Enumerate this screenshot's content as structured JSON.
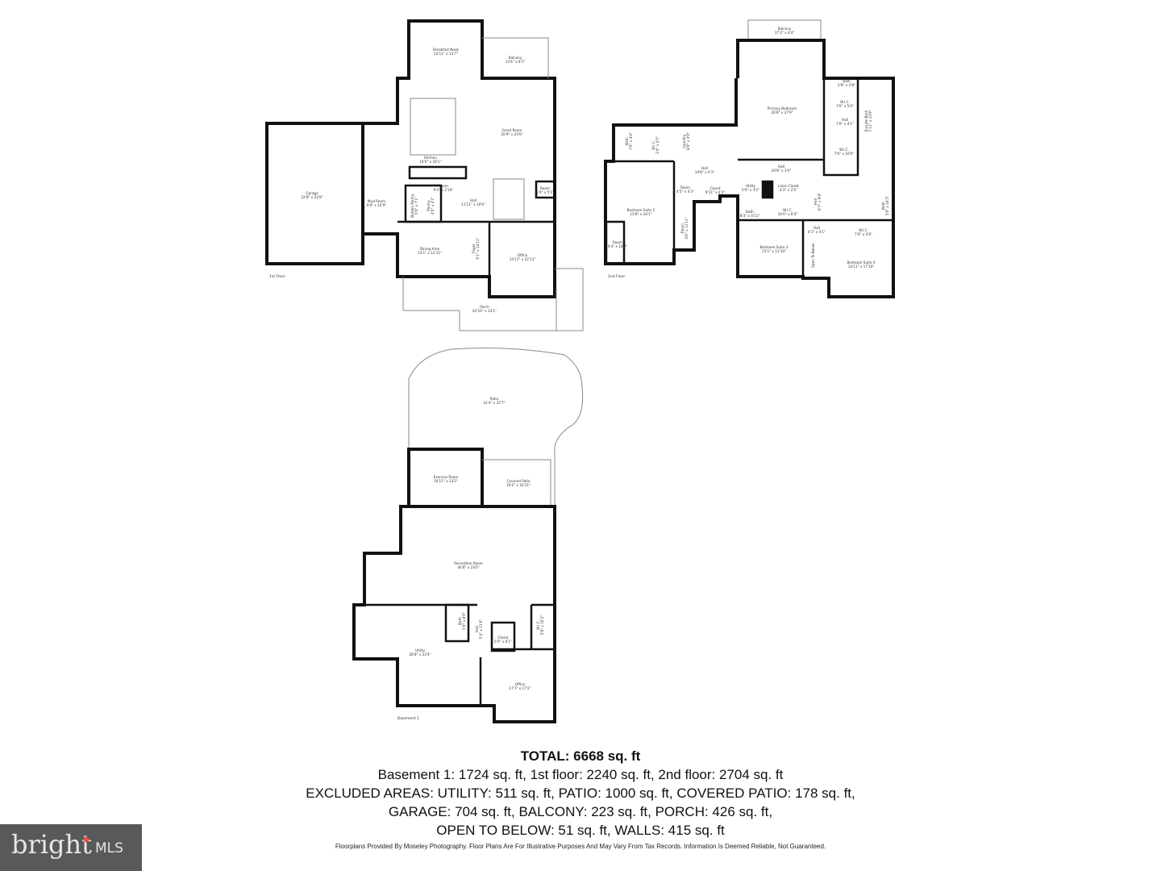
{
  "floors": [
    {
      "name": "1st Floor",
      "rooms": [
        {
          "name": "Breakfast Nook",
          "dims": "10'11\" x 13'7\""
        },
        {
          "name": "Balcony",
          "dims": "13'4\" x 9'1\""
        },
        {
          "name": "Great Room",
          "dims": "20'9\" x 23'0\""
        },
        {
          "name": "Kitchen",
          "dims": "16'0\" x 26'1\""
        },
        {
          "name": "Garage",
          "dims": "22'8\" x 22'8\""
        },
        {
          "name": "Mud Room",
          "dims": "9'9\" x 14'9\""
        },
        {
          "name": "Room",
          "dims": "9'3\" x 2'10\""
        },
        {
          "name": "Butlers Pantry",
          "dims": "5'6\" x 7'1\""
        },
        {
          "name": "Pantry",
          "dims": "4'6\" x 4'2\""
        },
        {
          "name": "Hall",
          "dims": "11'11\" x 10'6\""
        },
        {
          "name": "Room",
          "dims": "5'0\" x 5'1\""
        },
        {
          "name": "Dining Area",
          "dims": "13'1\" x 12'11\""
        },
        {
          "name": "Foyer",
          "dims": "6'1\" x 14'11\""
        },
        {
          "name": "Office",
          "dims": "14'11\" x 22'11\""
        },
        {
          "name": "Porch",
          "dims": "42'10\" x 14'1\""
        }
      ]
    },
    {
      "name": "2nd Floor",
      "rooms": [
        {
          "name": "Balcony",
          "dims": "17'3\" x 4'4\""
        },
        {
          "name": "Primary Bedroom",
          "dims": "20'8\" x 27'9\""
        },
        {
          "name": "Bath",
          "dims": "5'8\" x 2'8\""
        },
        {
          "name": "W.I.C.",
          "dims": "7'6\" x 5'0\""
        },
        {
          "name": "Hall",
          "dims": "7'6\" x 4'1\""
        },
        {
          "name": "Ensuite Bath",
          "dims": "7'11\" x 23'9\""
        },
        {
          "name": "W.I.C.",
          "dims": "7'6\" x 10'0\""
        },
        {
          "name": "Bath",
          "dims": "7'6\" x 4'0\""
        },
        {
          "name": "W.I.C.",
          "dims": "3'4\" x 4'5\""
        },
        {
          "name": "Laundry",
          "dims": "8'0\" x 4'0\""
        },
        {
          "name": "Hall",
          "dims": "14'8\" x 4'1\""
        },
        {
          "name": "Hall",
          "dims": "20'8\" x 3'0\""
        },
        {
          "name": "Room",
          "dims": "4'5\" x 4'3\""
        },
        {
          "name": "Closet",
          "dims": "9'11\" x 4'2\""
        },
        {
          "name": "Utility",
          "dims": "5'9\" x 3'5\""
        },
        {
          "name": "Linen Closet",
          "dims": "4'3\" x 2'5\""
        },
        {
          "name": "Bath",
          "dims": "8'3\" x 4'11\""
        },
        {
          "name": "W.I.C.",
          "dims": "10'0\" x 6'4\""
        },
        {
          "name": "Hall",
          "dims": "6'7\" x 9'9\""
        },
        {
          "name": "Bath",
          "dims": "5'0\" x 10'2\""
        },
        {
          "name": "Bedroom Suite 2",
          "dims": "15'8\" x 24'1\""
        },
        {
          "name": "Room",
          "dims": "4'0\" x 11'11\""
        },
        {
          "name": "Hall",
          "dims": "4'1\" x 4'1\""
        },
        {
          "name": "W.I.C.",
          "dims": "7'6\" x 4'6\""
        },
        {
          "name": "Room",
          "dims": "4'4\" x 10'2\""
        },
        {
          "name": "Bedroom Suite 3",
          "dims": "15'1\" x 12'10\""
        },
        {
          "name": "Open To Below",
          "dims": ""
        },
        {
          "name": "Bedroom Suite 4",
          "dims": "14'11\" x 17'10\""
        }
      ]
    },
    {
      "name": "Basement 1",
      "rooms": [
        {
          "name": "Patio",
          "dims": "41'4\" x 37'7\""
        },
        {
          "name": "Exercise Room",
          "dims": "16'11\" x 13'2\""
        },
        {
          "name": "Covered Patio",
          "dims": "16'2\" x 10'11\""
        },
        {
          "name": "Recreation Room",
          "dims": "44'8\" x 23'0\""
        },
        {
          "name": "Bath",
          "dims": "5'0\" x 8'6\""
        },
        {
          "name": "Hall",
          "dims": "5'4\" x 13'6\""
        },
        {
          "name": "Closet",
          "dims": "5'0\" x 6'1\""
        },
        {
          "name": "W.I.C.",
          "dims": "5'0\" x 16'2\""
        },
        {
          "name": "Utility",
          "dims": "28'8\" x 23'4\""
        },
        {
          "name": "Office",
          "dims": "17'1\" x 17'2\""
        }
      ]
    }
  ],
  "summary": {
    "total": "TOTAL: 6668 sq. ft",
    "line1": "Basement 1: 1724 sq. ft, 1st floor: 2240 sq. ft, 2nd floor: 2704 sq. ft",
    "line2": "EXCLUDED AREAS: UTILITY: 511 sq. ft, PATIO: 1000 sq. ft, COVERED PATIO: 178 sq. ft,",
    "line3": "GARAGE: 704 sq. ft, BALCONY: 223 sq. ft, PORCH: 426 sq. ft,",
    "line4": "OPEN TO BELOW: 51 sq. ft, WALLS: 415 sq. ft"
  },
  "disclaimer": "Floorplans Provided By Moseley Photography. Floor Plans Are For Illustrative Purposes And May Vary From Tax Records. Information Is Deemed Reliable, Not Guaranteed.",
  "logo": {
    "brand": "bright",
    "suffix": "MLS",
    "bg_color": "#58595b",
    "accent_color": "#e0563b"
  }
}
